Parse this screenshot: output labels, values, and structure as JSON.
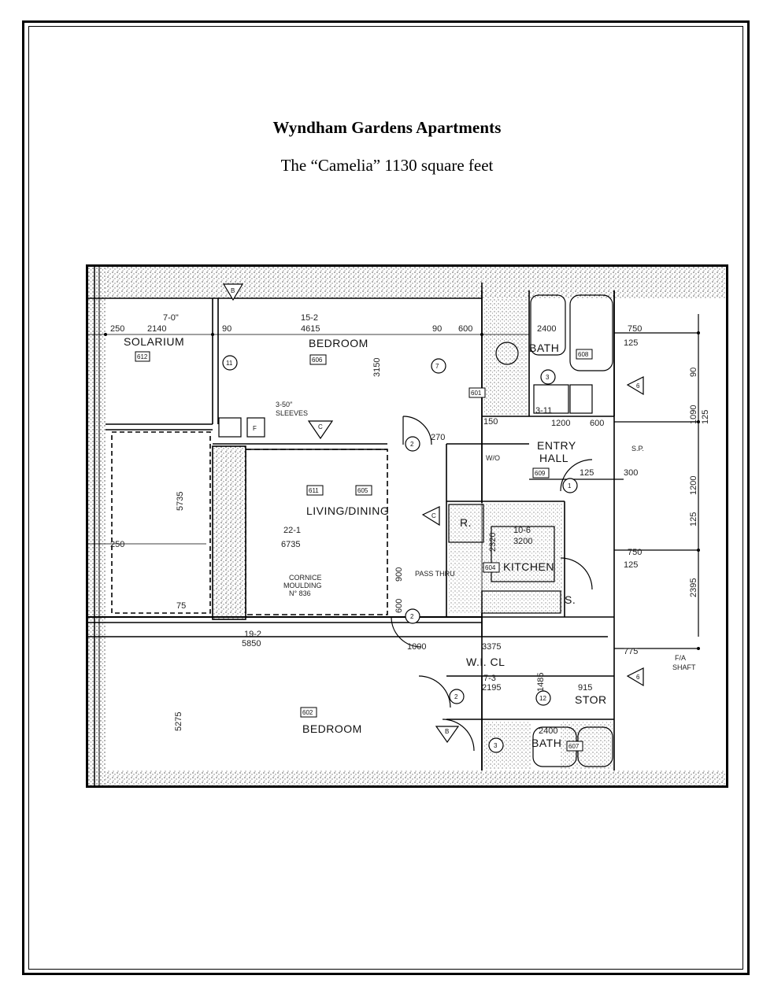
{
  "document": {
    "title": "Wyndham Gardens Apartments",
    "subtitle": "The “Camelia” 1130 square feet"
  },
  "plan": {
    "rooms": {
      "solarium": "SOLARIUM",
      "bedroom_top": "BEDROOM",
      "living_dining": "LIVING/DINING",
      "bath_top": "BATH",
      "entry_hall_1": "ENTRY",
      "entry_hall_2": "HALL",
      "kitchen": "KITCHEN",
      "wicl": "W.I. CL",
      "stor": "STOR",
      "bedroom_bottom": "BEDROOM",
      "bath_bottom": "BATH"
    },
    "dimensions": {
      "solarium_ft": "7-0\"",
      "solarium_mm": "2140",
      "solarium_wall": "250",
      "bedroom_top_ft": "15-2",
      "bedroom_top_mm": "4615",
      "bedroom_depth_mm": "3150",
      "wall_90a": "90",
      "wall_90b": "90",
      "d_600": "600",
      "d_2400_top": "2400",
      "d_750_top": "750",
      "d_125_top": "125",
      "d_90_right": "90",
      "d_1090": "1090",
      "d_125_right": "125",
      "d_1200_hall": "1200",
      "d_600b": "600",
      "d_125_mid": "125",
      "d_300": "300",
      "d_1200_right": "1200",
      "d_125_right2": "125",
      "d_750_mid": "750",
      "d_125_mid2": "125",
      "d_2395": "2395",
      "d_3_11": "3-11",
      "d_270": "270",
      "d_150": "150",
      "living_ft": "22-1",
      "living_mm": "6735",
      "living_left_mm": "5735",
      "living_wall": "250",
      "kitchen_ft": "10-6",
      "kitchen_mm": "3200",
      "kitchen_depth": "2320",
      "d_900": "900",
      "d_600c": "600",
      "bedroom_bottom_ft": "19-2",
      "bedroom_bottom_mm": "5850",
      "d_1000": "1000",
      "d_3375": "3375",
      "wicl_mm": "2195",
      "wicl_ft": "7-3",
      "d_1485": "1485",
      "d_775": "775",
      "d_915": "915",
      "d_2400_bottom": "2400",
      "bedroom_bottom_depth": "5275",
      "d_75": "75"
    },
    "notes": {
      "sleeves": "SLEEVES",
      "sleeves_size": "3-50″",
      "cornice_1": "CORNICE",
      "cornice_2": "MOULDING",
      "cornice_3": "N° 836",
      "pass_thru": "PASS THRU",
      "wo": "W/O",
      "sp": "S.P.",
      "fa_shaft_1": "F/A",
      "fa_shaft_2": "SHAFT",
      "fridge": "R.",
      "sink": "S."
    },
    "markers": {
      "m1": "1",
      "m2": "2",
      "m3": "3",
      "m7": "7",
      "m11": "11",
      "m12": "12",
      "mB": "B",
      "mC": "C",
      "mF": "F",
      "m6": "6"
    },
    "tags": {
      "t612": "612",
      "t606": "606",
      "t611": "611",
      "t605": "605",
      "t601": "601",
      "t608": "608",
      "t609": "609",
      "t604": "604",
      "t602": "602",
      "t607": "607"
    }
  }
}
